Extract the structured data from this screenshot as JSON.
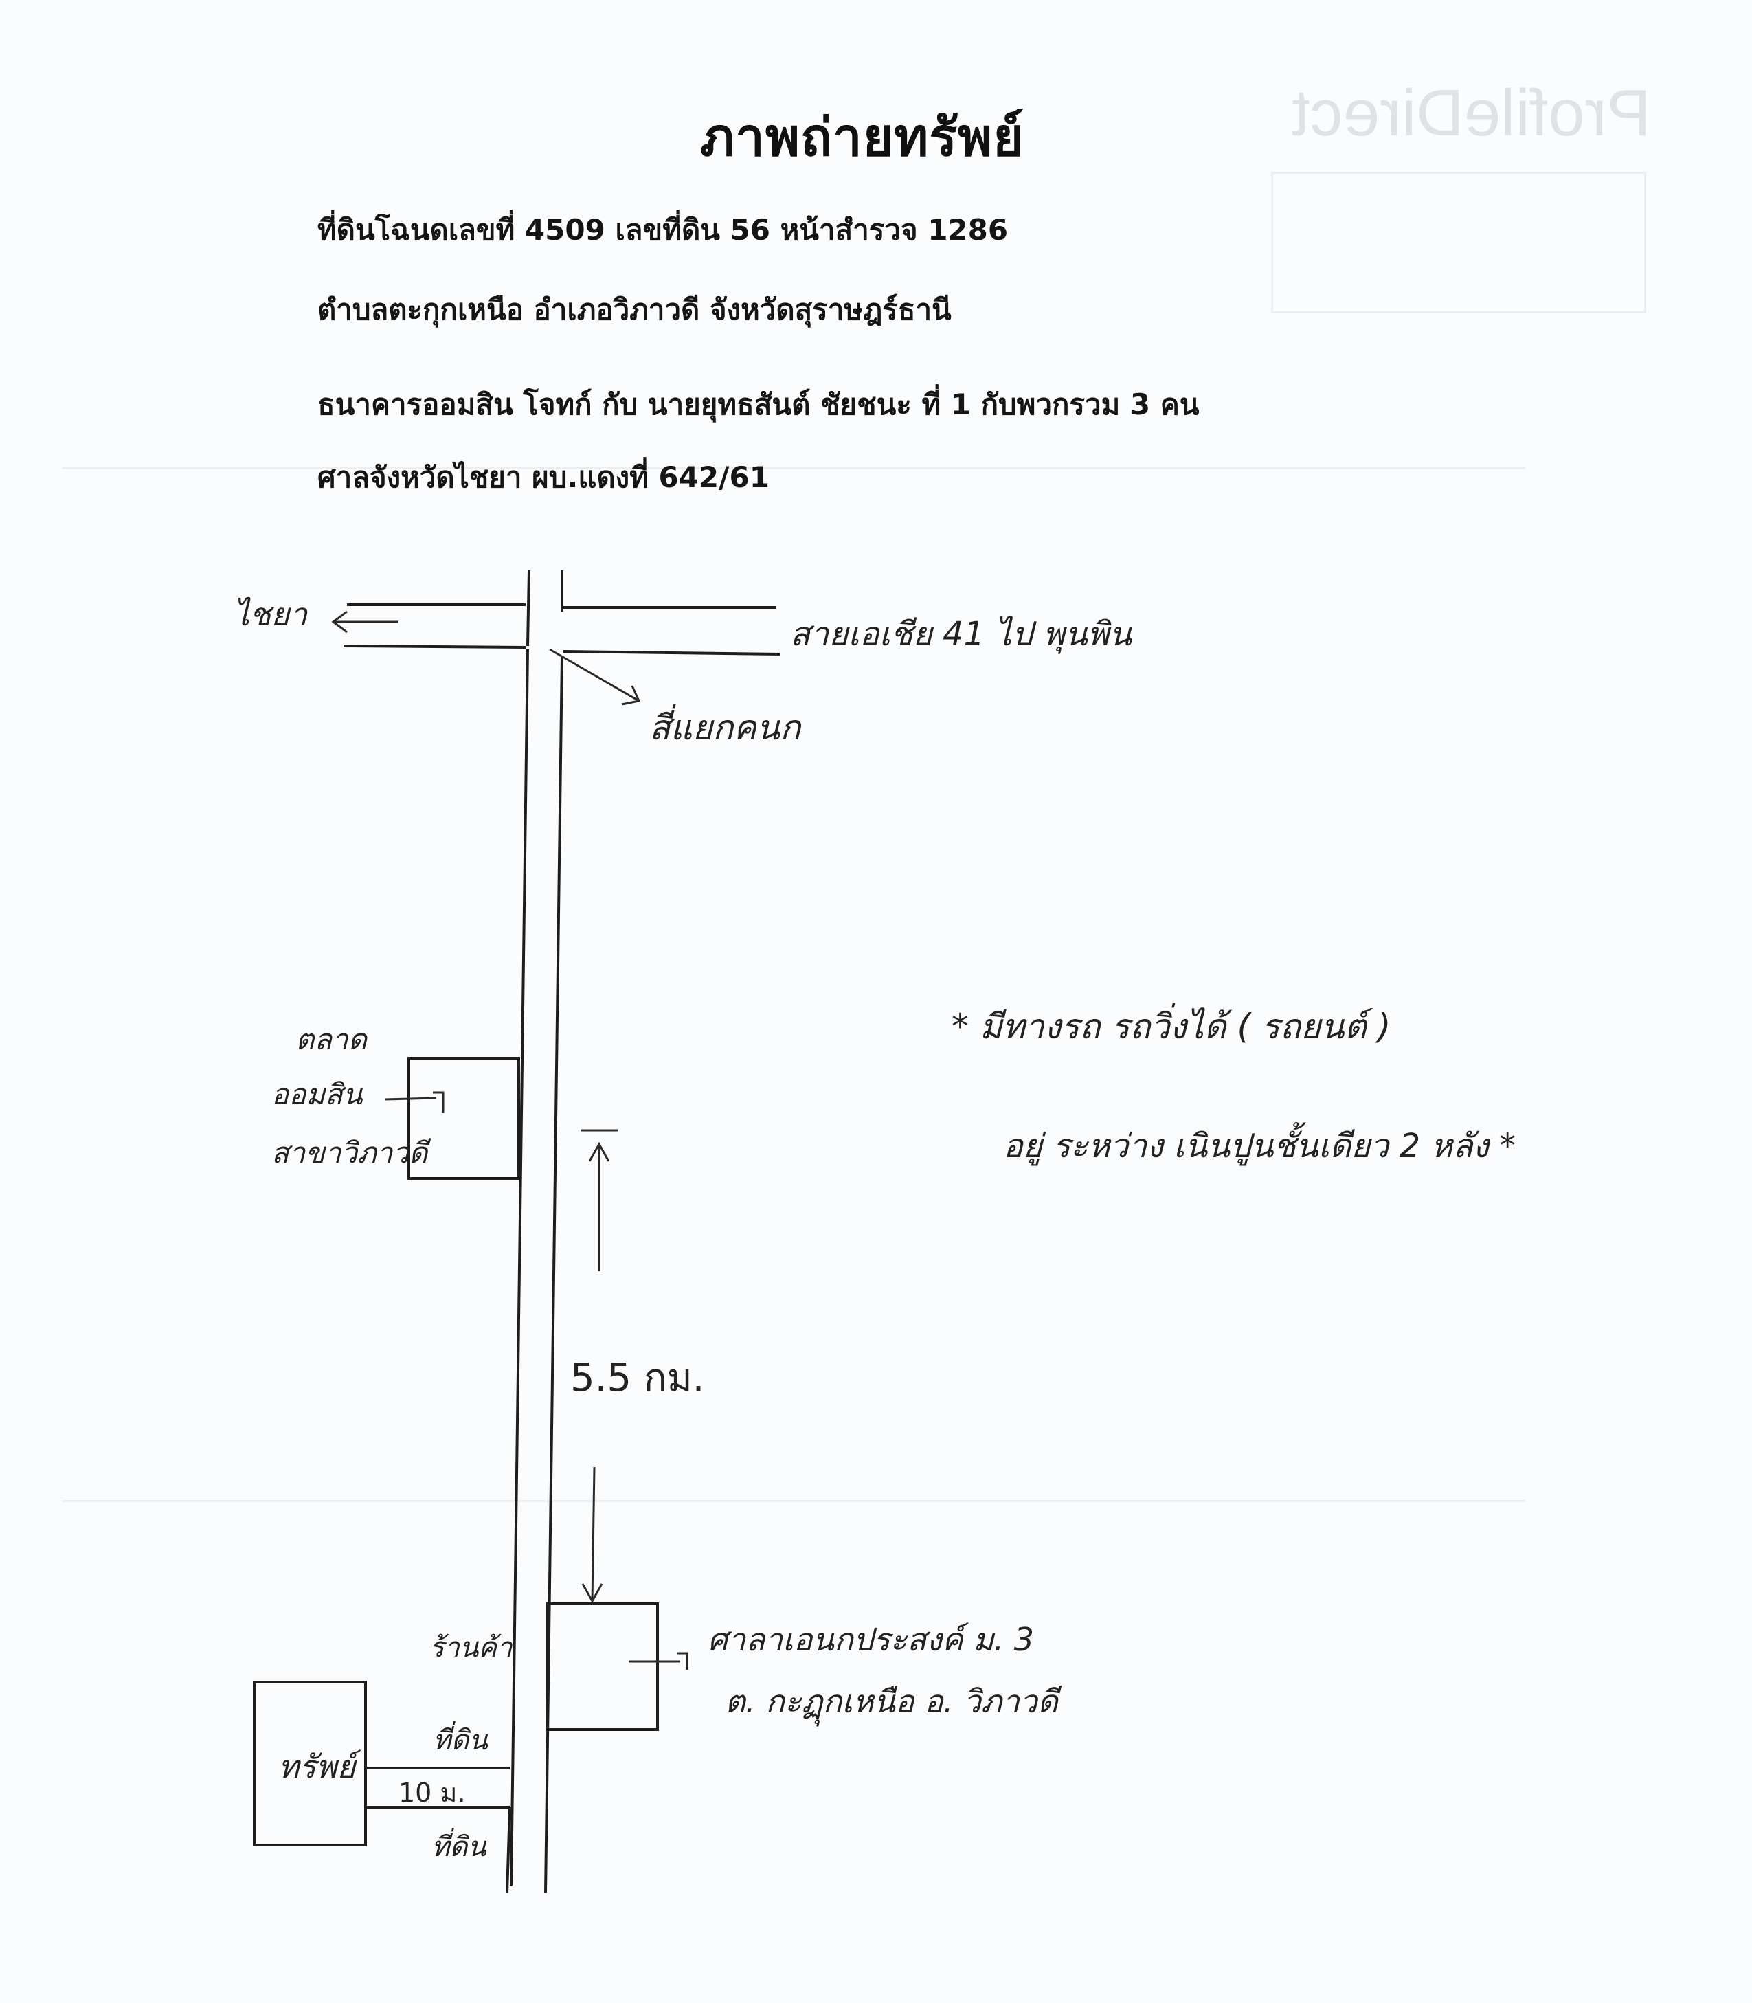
{
  "document": {
    "title": "ภาพถ่ายทรัพย์",
    "info_lines": [
      "ที่ดินโฉนดเลขที่  4509  เลขที่ดิน  56  หน้าสำรวจ  1286",
      "ตำบลตะกุกเหนือ  อำเภอวิภาวดี  จังหวัดสุราษฎร์ธานี",
      "ธนาคารออมสิน  โจทก์ กับ  นายยุทธสันต์  ชัยชนะ  ที่ 1  กับพวกรวม  3  คน",
      "ศาลจังหวัดไชยา  ผบ.แดงที่  642/61"
    ]
  },
  "map": {
    "label_chaiya": "ไชยา",
    "label_highway": "สายเอเชีย 41 ไป พุนพิน",
    "label_intersection": "สี่แยกคนก",
    "label_bank_lines": [
      "ตลาด",
      "ออมสิน",
      "สาขาวิภาวดี"
    ],
    "label_distance": "5.5 กม.",
    "label_pavilion_lines": [
      "ศาลาเอนกประสงค์  ม. 3",
      "ต. กะฏุกเหนือ   อ. วิภาวดี"
    ],
    "label_shop": "ร้านค้า",
    "label_land_top": "ที่ดิน",
    "label_land_bottom": "ที่ดิน",
    "label_property": "ทรัพย์",
    "label_width": "10 ม.",
    "note_1": "*  มีทางรถ  รถวิ่งได้  ( รถยนต์ )",
    "note_2": "อยู่  ระหว่าง  เนินปูนชั้นเดียว  2  หลัง  *"
  }
}
